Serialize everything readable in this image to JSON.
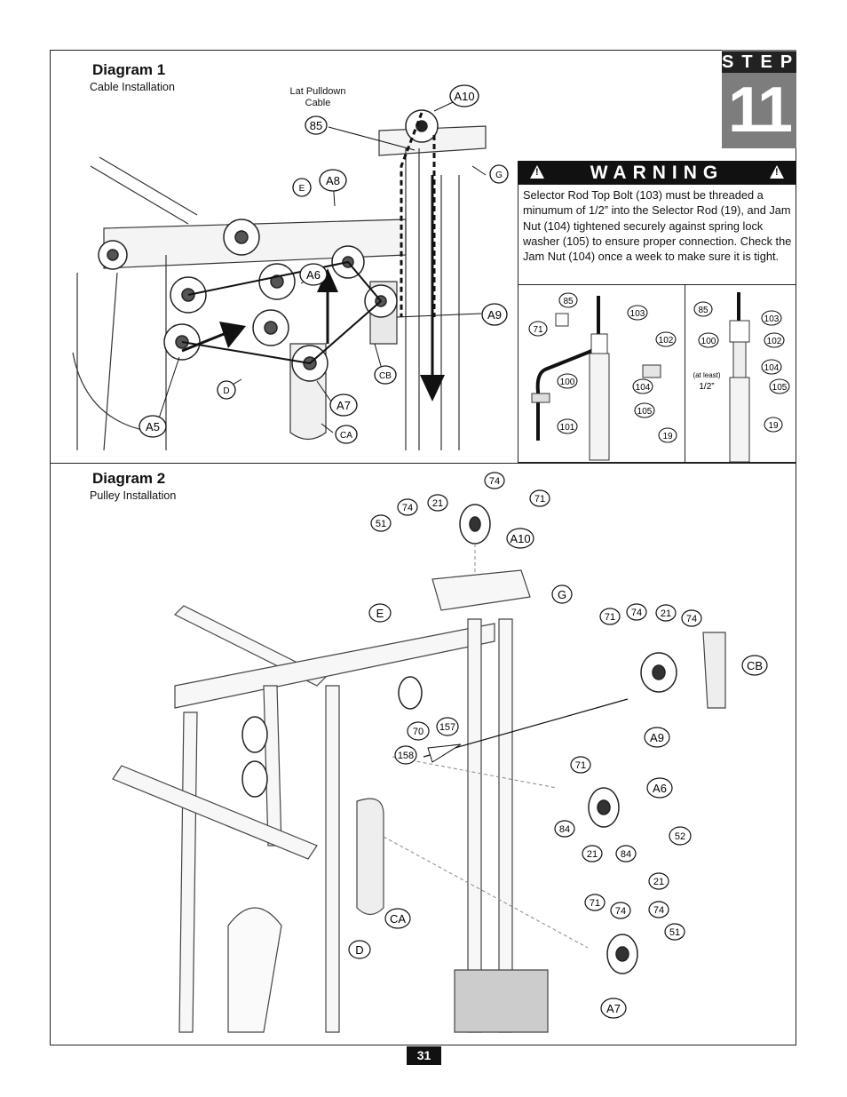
{
  "step": {
    "word": "STEP",
    "number": "11"
  },
  "diagram1": {
    "title": "Diagram 1",
    "subtitle": "Cable Installation",
    "note": "Lat Pulldown Cable",
    "labels": [
      "85",
      "A10",
      "E",
      "A8",
      "G",
      "A6",
      "A9",
      "A5",
      "D",
      "CB",
      "A7",
      "CA"
    ]
  },
  "warning": {
    "heading": "WARNING",
    "body": "Selector Rod Top Bolt (103) must be threaded a minumum of 1/2” into the Selector Rod (19), and Jam Nut (104) tightened securely against spring lock washer (105) to ensure proper connection. Check the Jam Nut (104) once a week to make sure it is tight."
  },
  "inset1": {
    "labels": [
      "85",
      "71",
      "103",
      "102",
      "100",
      "104",
      "105",
      "101",
      "19"
    ]
  },
  "inset2": {
    "labels": [
      "85",
      "103",
      "100",
      "102",
      "104",
      "(at least)",
      "1/2”",
      "105",
      "19"
    ]
  },
  "diagram2": {
    "title": "Diagram 2",
    "subtitle": "Pulley Installation",
    "labels": [
      "74",
      "71",
      "74",
      "21",
      "51",
      "A10",
      "G",
      "E",
      "71",
      "74",
      "21",
      "74",
      "CB",
      "A9",
      "70",
      "157",
      "158",
      "71",
      "A6",
      "84",
      "21",
      "84",
      "52",
      "CA",
      "21",
      "71",
      "74",
      "74",
      "51",
      "D",
      "A7"
    ]
  },
  "page_number": "31"
}
